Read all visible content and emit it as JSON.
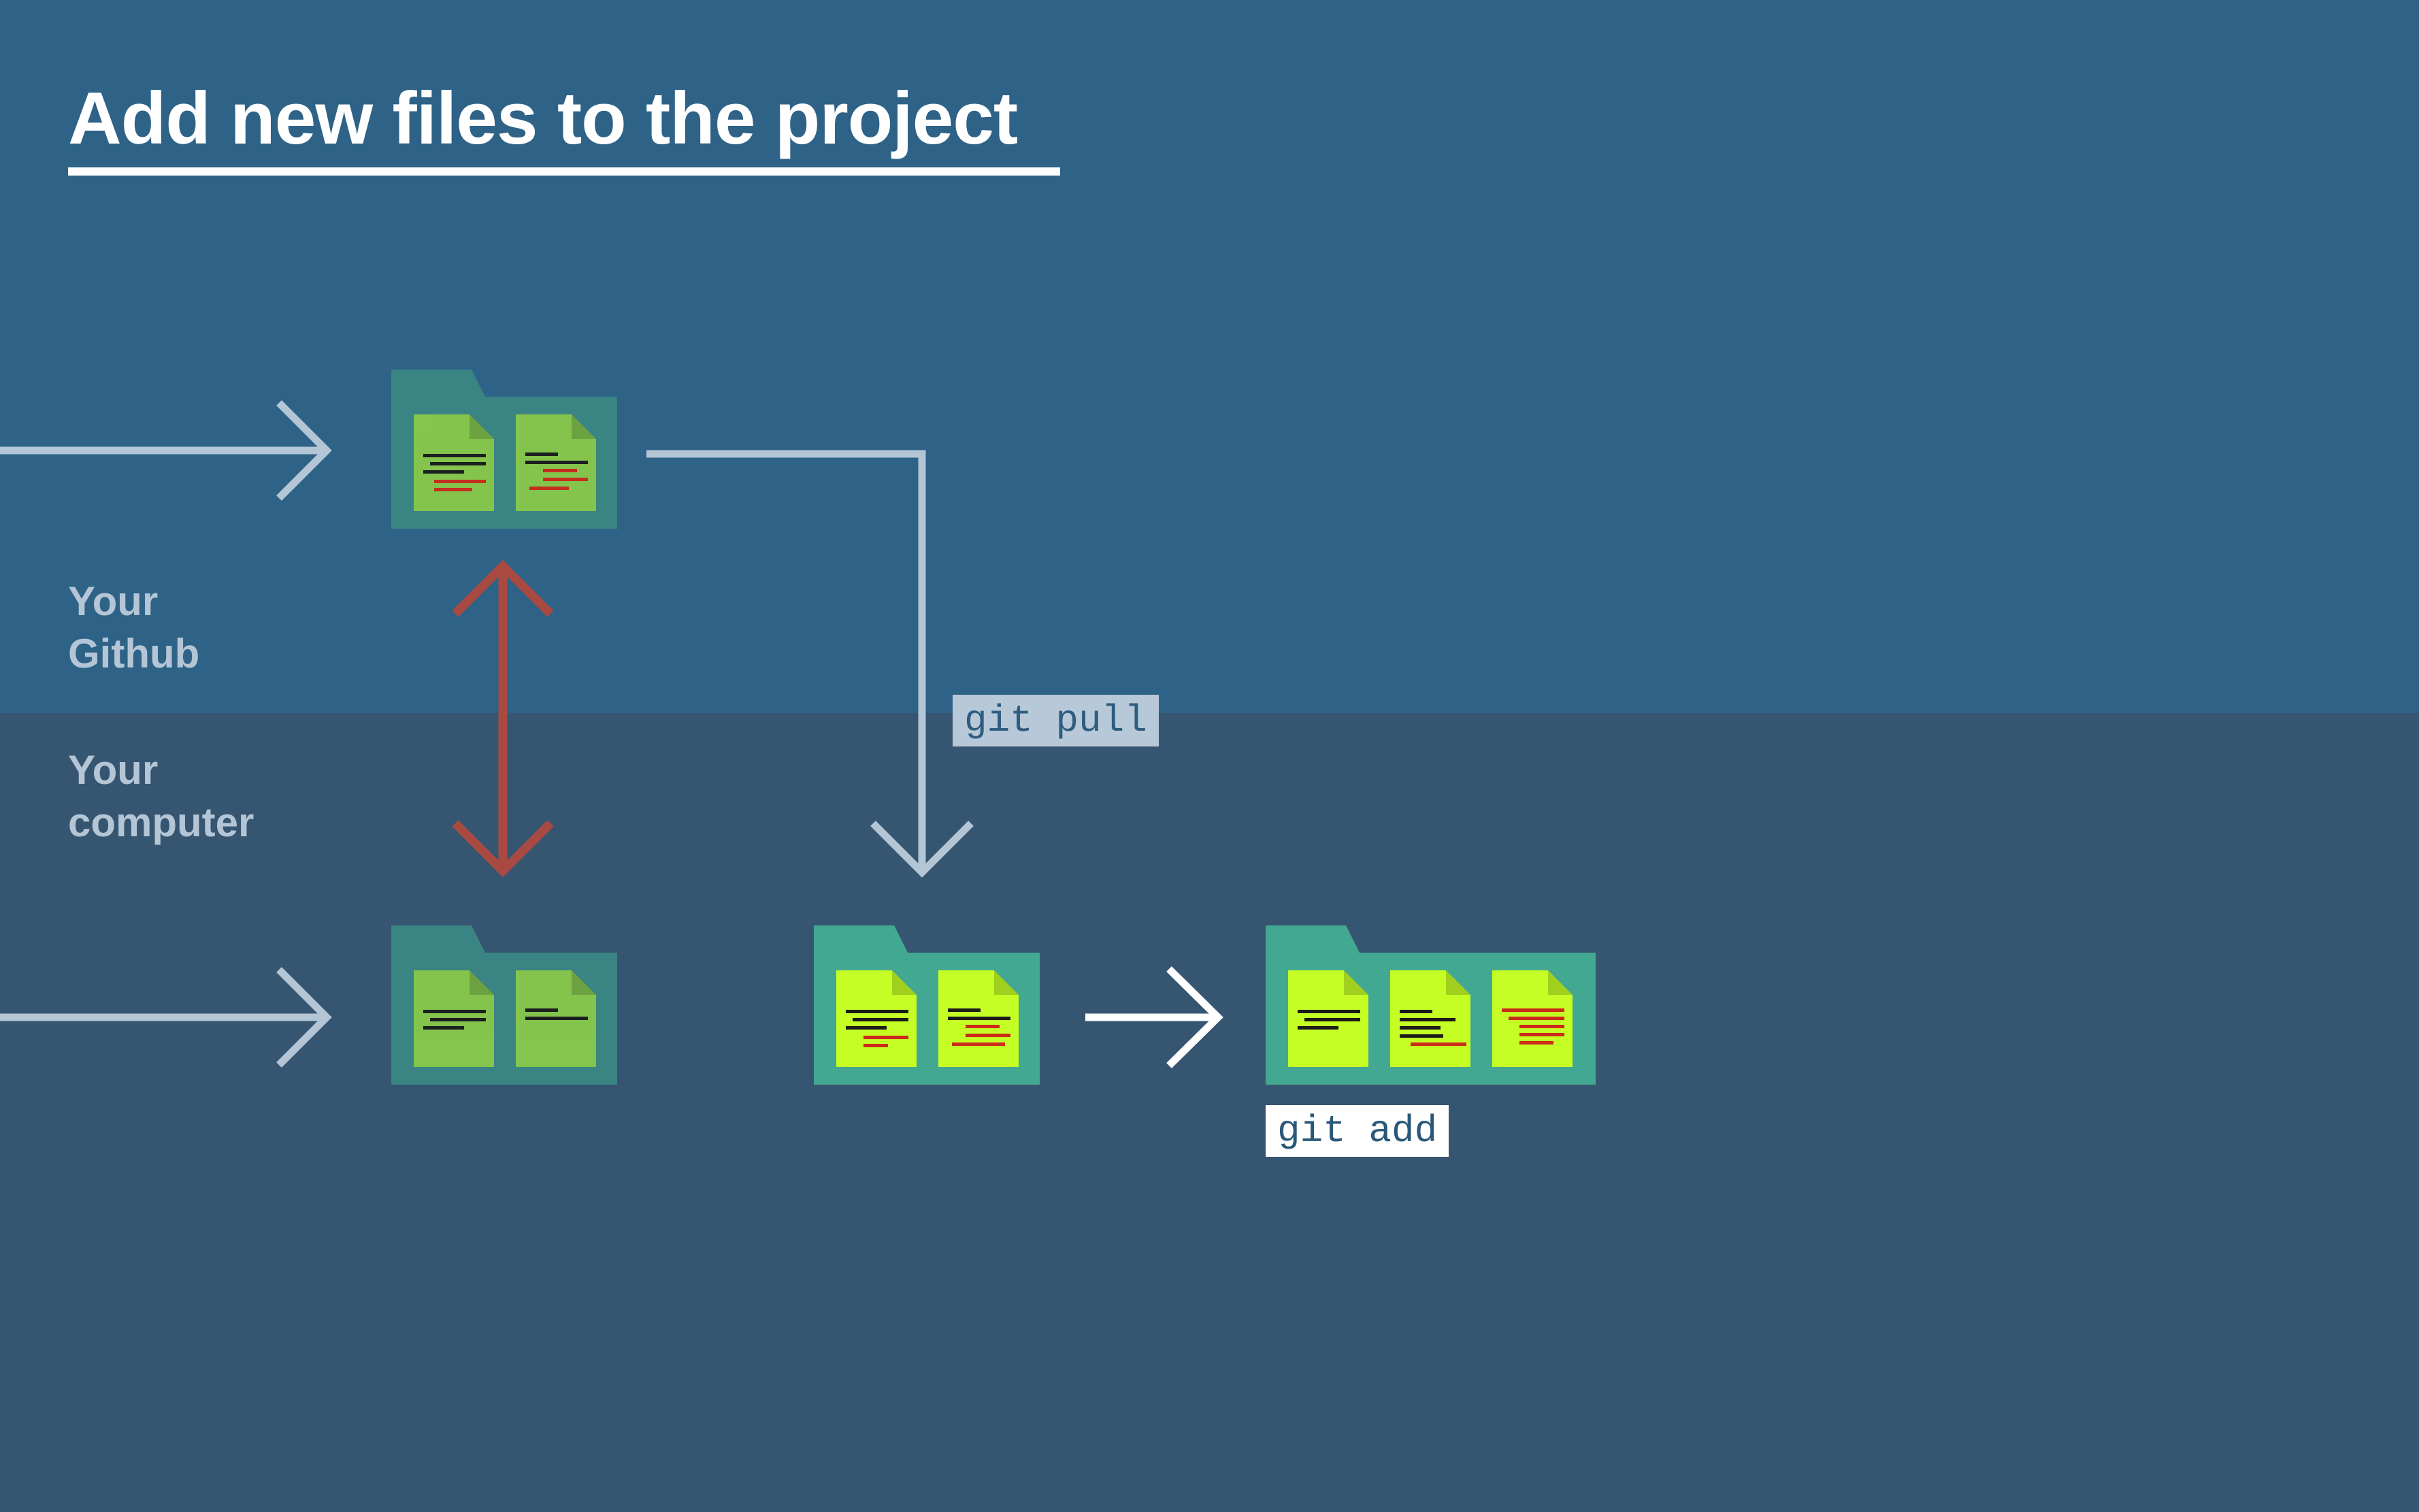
{
  "title": "Add new files to the project",
  "labels": {
    "github": [
      "Your",
      "Github"
    ],
    "computer": [
      "Your",
      "computer"
    ]
  },
  "commands": {
    "pull": "git pull",
    "add": "git add"
  },
  "colors": {
    "github_bg": "#2e6287",
    "computer_bg": "#365571",
    "arrow_light": "#b4c6d6",
    "arrow_white": "#ffffff",
    "sync_arrow": "#a94a42",
    "folder_dim": "#3a8483",
    "folder_bright": "#43a891",
    "file_dim": "#88c84a",
    "file_bright": "#c4fe24",
    "text_line_dark": "#1a1a1a",
    "text_line_red": "#cc2a1a"
  },
  "icons": [
    "folder-icon",
    "file-icon",
    "arrow-right-icon",
    "arrow-down-icon",
    "double-arrow-icon"
  ]
}
